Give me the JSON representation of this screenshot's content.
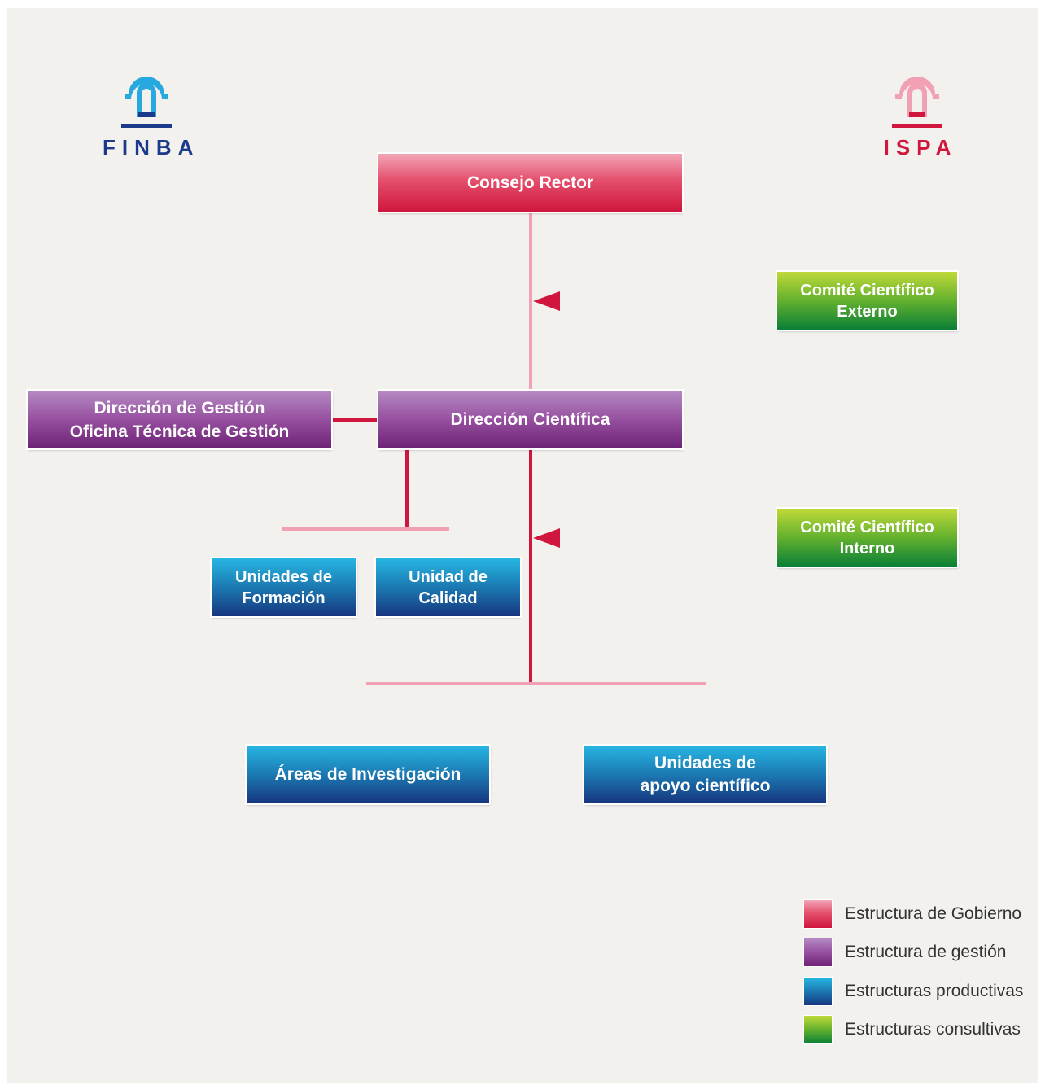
{
  "logos": {
    "left": {
      "text": "FINBA",
      "color": "#1b3a8c",
      "icon": "arch-icon",
      "icon_color": "#27a9e0"
    },
    "right": {
      "text": "ISPA",
      "color": "#d0163d",
      "icon": "arch-icon",
      "icon_color": "#f2a0b3"
    }
  },
  "nodes": {
    "consejo_rector": "Consejo Rector",
    "comite_externo": "Comité Científico\nExterno",
    "direccion_gestion": "Dirección de Gestión\nOficina Técnica de Gestión",
    "direccion_cientifica": "Dirección Científica",
    "comite_interno": "Comité Científico\nInterno",
    "unidades_formacion": "Unidades de\nFormación",
    "unidad_calidad": "Unidad de\nCalidad",
    "areas_investigacion": "Áreas de Investigación",
    "unidades_apoyo": "Unidades de\napoyo científico"
  },
  "legend": [
    {
      "label": "Estructura de Gobierno",
      "color": "#e23a5c"
    },
    {
      "label": "Estructura de gestión",
      "color": "#8e3f97"
    },
    {
      "label": "Estructuras productivas",
      "color": "#1e7fc0"
    },
    {
      "label": "Estructuras consultivas",
      "color": "#5aaa2e"
    }
  ],
  "colors": {
    "connector": "#d0163d",
    "connector_light": "#f2a0b3"
  }
}
